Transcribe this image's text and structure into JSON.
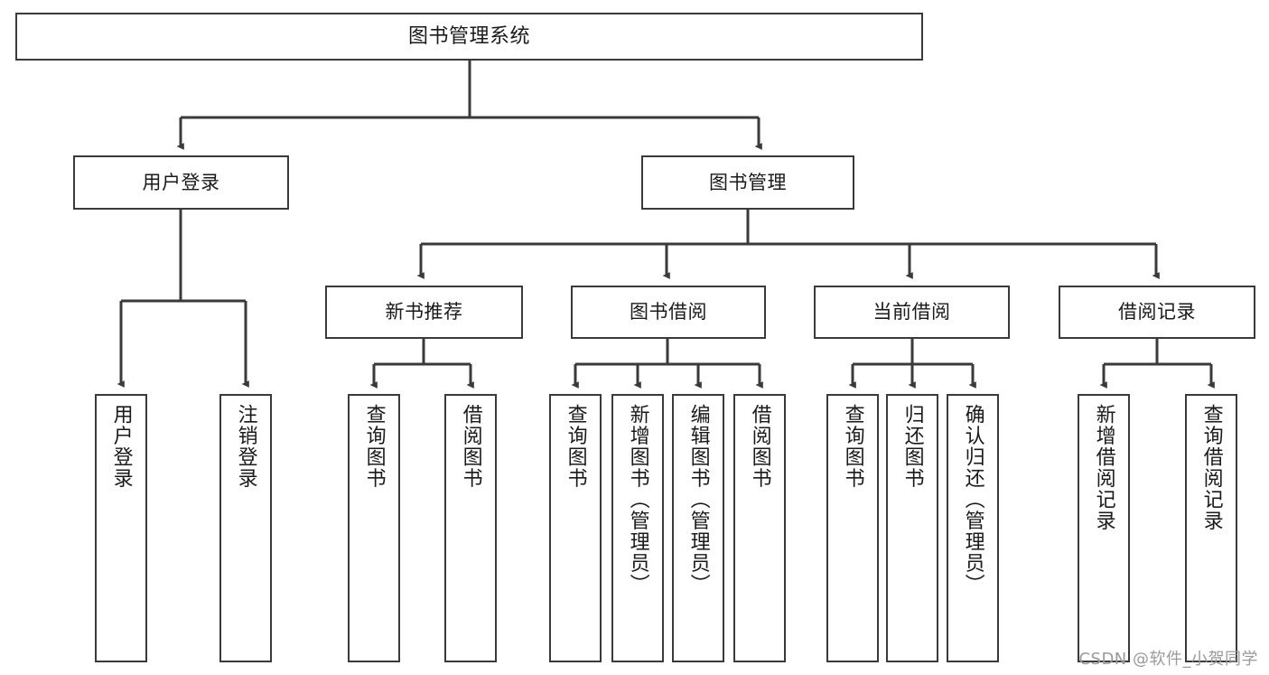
{
  "diagram": {
    "type": "tree-hierarchy-chart",
    "title": "图书管理系统",
    "watermark": "CSDN @软件_小贺同学",
    "colors": {
      "stroke": "#3a3a3a",
      "fill": "#ffffff",
      "text": "#1a1a1a",
      "watermark": "#9a9a9a"
    },
    "levels": {
      "level1": [
        "图书管理系统"
      ],
      "level2": [
        "用户登录",
        "图书管理"
      ],
      "level3": [
        "新书推荐",
        "图书借阅",
        "当前借阅",
        "借阅记录"
      ],
      "level4_leaves": [
        "用户登录",
        "注销登录",
        "查询图书",
        "借阅图书",
        "查询图书",
        "新增图书（管理员）",
        "编辑图书（管理员）",
        "借阅图书",
        "查询图书",
        "归还图书",
        "确认归还（管理员）",
        "新增借阅记录",
        "查询借阅记录"
      ]
    },
    "nodes": {
      "root": {
        "label": "图书管理系统"
      },
      "user_login": {
        "label": "用户登录"
      },
      "book_manage": {
        "label": "图书管理"
      },
      "new_book_rec": {
        "label": "新书推荐"
      },
      "book_borrow": {
        "label": "图书借阅"
      },
      "current_borrow": {
        "label": "当前借阅"
      },
      "borrow_record": {
        "label": "借阅记录"
      },
      "leaf_user_login": {
        "label": "用户登录"
      },
      "leaf_user_logout": {
        "label": "注销登录"
      },
      "leaf_rec_query": {
        "label": "查询图书"
      },
      "leaf_rec_borrow": {
        "label": "借阅图书"
      },
      "leaf_borrow_query": {
        "label": "查询图书"
      },
      "leaf_borrow_add": {
        "label": "新增图书（管理员）"
      },
      "leaf_borrow_edit": {
        "label": "编辑图书（管理员）"
      },
      "leaf_borrow_do": {
        "label": "借阅图书"
      },
      "leaf_cur_query": {
        "label": "查询图书"
      },
      "leaf_cur_return": {
        "label": "归还图书"
      },
      "leaf_cur_confirm": {
        "label": "确认归还（管理员）"
      },
      "leaf_rec_add": {
        "label": "新增借阅记录"
      },
      "leaf_rec_search": {
        "label": "查询借阅记录"
      }
    }
  }
}
